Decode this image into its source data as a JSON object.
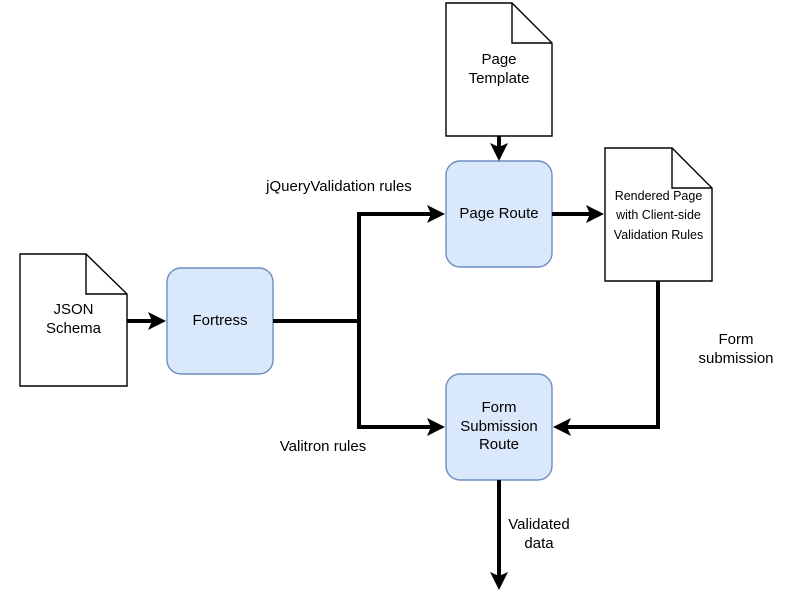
{
  "nodes": {
    "json_schema": "JSON\nSchema",
    "fortress": "Fortress",
    "page_template": "Page\nTemplate",
    "page_route": "Page Route",
    "rendered_page": "Rendered Page\nwith Client-side\nValidation Rules",
    "form_submission_route": "Form\nSubmission\nRoute"
  },
  "edges": {
    "jquery_rules": "jQueryValidation rules",
    "valitron_rules": "Valitron rules",
    "form_submission": "Form\nsubmission",
    "validated_data": "Validated\ndata"
  },
  "colors": {
    "process_fill": "#dae8fc",
    "process_stroke": "#6c8ebf",
    "line": "#000000"
  }
}
